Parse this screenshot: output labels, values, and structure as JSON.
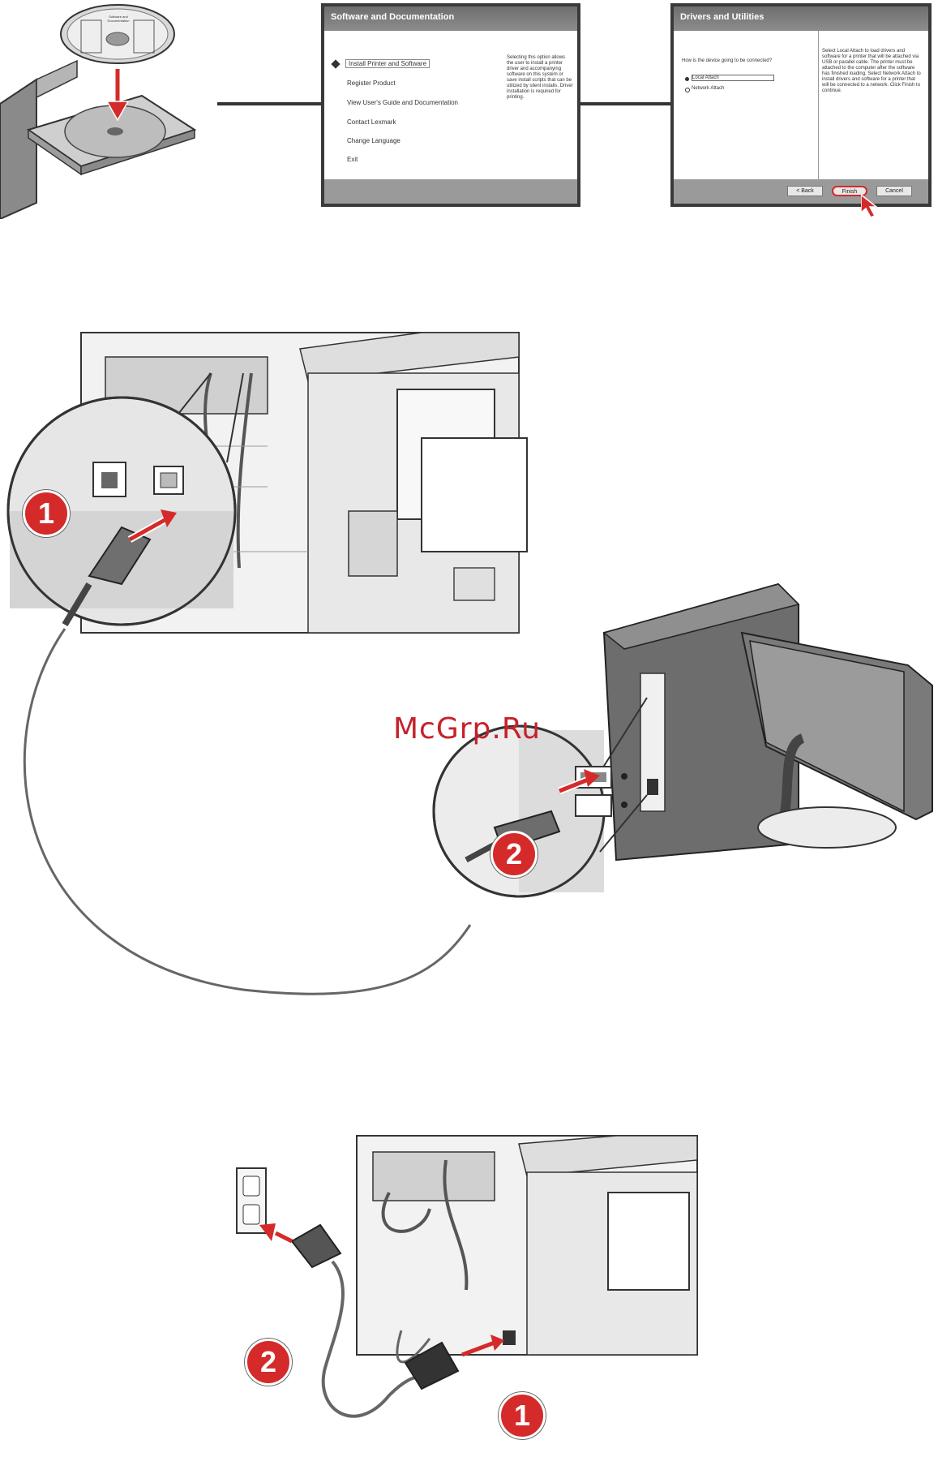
{
  "step1": {
    "cd_label": "Software and Documentation",
    "screen1": {
      "title": "Software and Documentation",
      "menu": [
        "Install Printer and Software",
        "Register Product",
        "View User's Guide and Documentation",
        "Contact Lexmark",
        "Change Language",
        "Exit"
      ],
      "description": "Selecting this option allows the user to install a printer driver and accompanying software on this system or save install scripts that can be utilized by silent installs. Driver installation is required for printing."
    },
    "screen2": {
      "title": "Drivers and Utilities",
      "question": "How is the device going to be connected?",
      "options": [
        "Local Attach",
        "Network Attach"
      ],
      "help_text": "Select Local Attach to load drivers and software for a printer that will be attached via USB or parallel cable. The printer must be attached to the computer after the software has finished loading. Select Network Attach to install drivers and software for a printer that will be connected to a network. Click Finish to continue.",
      "buttons": [
        "< Back",
        "Finish",
        "Cancel"
      ]
    }
  },
  "step2": {
    "badges": [
      "1",
      "2"
    ]
  },
  "step3": {
    "badges": [
      "2",
      "1"
    ]
  },
  "watermark": "McGrp.Ru",
  "colors": {
    "accent_red": "#d52a2a",
    "screen_frame": "#3a3a3a"
  }
}
